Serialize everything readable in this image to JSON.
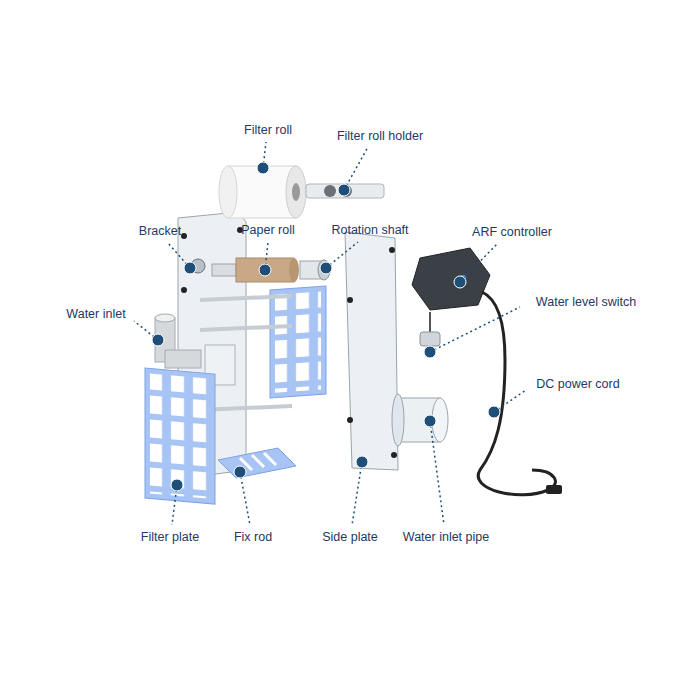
{
  "diagram": {
    "labels": [
      "Filter roll",
      "Filter roll holder",
      "Bracket",
      "Paper roll",
      "Rotation shaft",
      "ARF controller",
      "Water inlet",
      "Water level switch",
      "DC power cord",
      "Filter plate",
      "Fix rod",
      "Side plate",
      "Water inlet pipe"
    ]
  }
}
